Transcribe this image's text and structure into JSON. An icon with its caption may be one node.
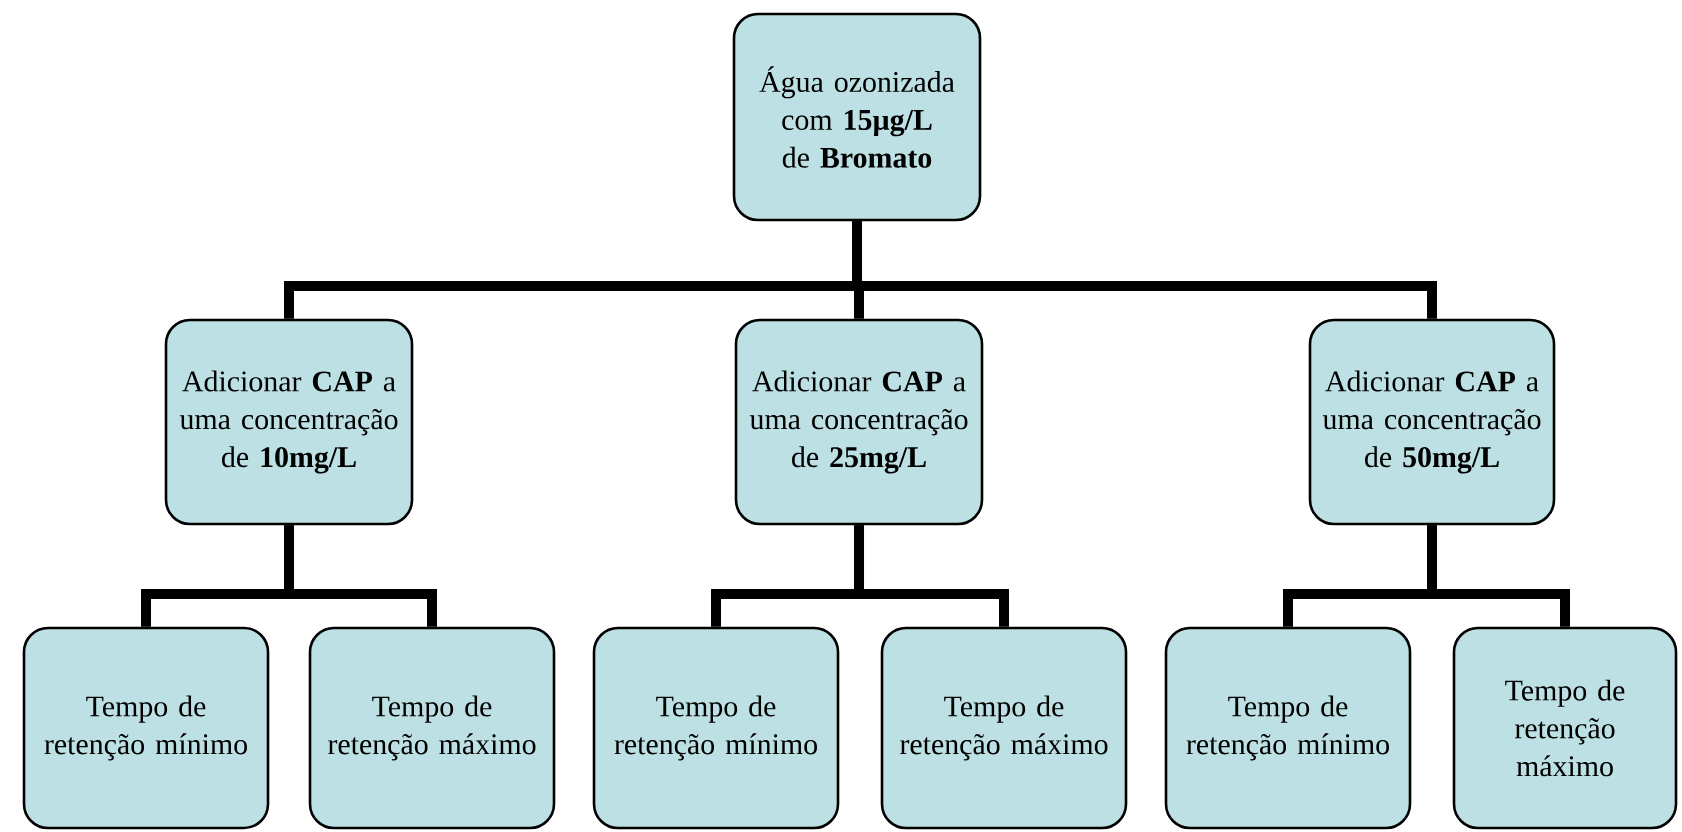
{
  "diagram": {
    "nodes": [
      {
        "text": [
          "Água ozonizada com **15µg/L** de **Bromato**"
        ]
      },
      {
        "text": [
          "Adicionar **CAP** a uma concentração de **10mg/L**"
        ]
      },
      {
        "text": [
          "Adicionar **CAP** a uma concentração de **25mg/L**"
        ]
      },
      {
        "text": [
          "Adicionar **CAP** a uma concentração de **50mg/L**"
        ]
      },
      {
        "text": [
          "Tempo de retenção mínimo"
        ]
      },
      {
        "text": [
          "Tempo de retenção máximo"
        ]
      },
      {
        "text": [
          "Tempo de retenção mínimo"
        ]
      },
      {
        "text": [
          "Tempo de retenção máximo"
        ]
      },
      {
        "text": [
          "Tempo de retenção mínimo"
        ]
      },
      {
        "text": [
          "Tempo de retenção máximo"
        ]
      }
    ],
    "edges": [
      {
        "from": 0,
        "to": 1,
        "arrow": "none"
      },
      {
        "from": 0,
        "to": 2,
        "arrow": "none"
      },
      {
        "from": 0,
        "to": 3,
        "arrow": "none"
      },
      {
        "from": 1,
        "to": 4,
        "arrow": "none"
      },
      {
        "from": 1,
        "to": 5,
        "arrow": "none"
      },
      {
        "from": 2,
        "to": 6,
        "arrow": "none"
      },
      {
        "from": 2,
        "to": 7,
        "arrow": "none"
      },
      {
        "from": 3,
        "to": 8,
        "arrow": "none"
      },
      {
        "from": 3,
        "to": 9,
        "arrow": "none"
      }
    ]
  }
}
